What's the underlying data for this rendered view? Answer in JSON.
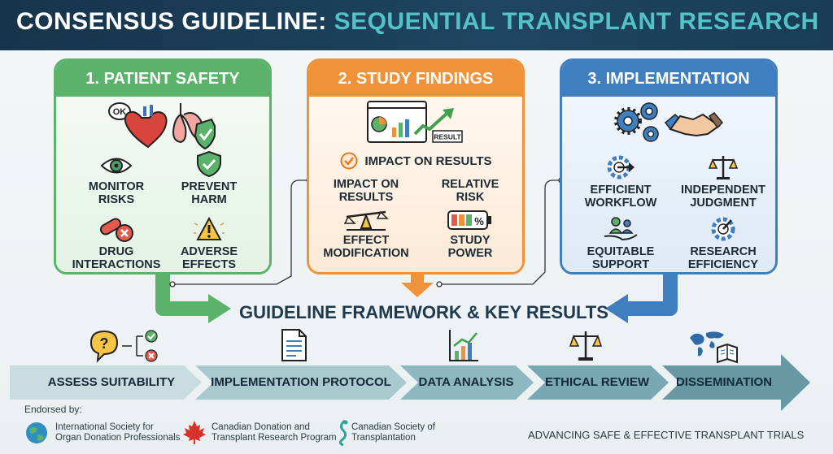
{
  "header": {
    "title_part1": "CONSENSUS GUIDELINE:",
    "title_part2": "SEQUENTIAL TRANSPLANT RESEARCH"
  },
  "panels": [
    {
      "title": "1. PATIENT SAFETY",
      "hero_badge": "OK",
      "items": [
        {
          "label_line1": "MONITOR",
          "label_line2": "RISKS"
        },
        {
          "label_line1": "PREVENT",
          "label_line2": "HARM"
        },
        {
          "label_line1": "DRUG",
          "label_line2": "INTERACTIONS"
        },
        {
          "label_line1": "ADVERSE",
          "label_line2": "EFFECTS"
        }
      ]
    },
    {
      "title": "2. STUDY FINDINGS",
      "hero_label": "RESULT",
      "subheading": "IMPACT ON RESULTS",
      "items": [
        {
          "label_line1": "IMPACT ON",
          "label_line2": "RESULTS"
        },
        {
          "label_line1": "RELATIVE",
          "label_line2": "RISK"
        },
        {
          "label_line1": "EFFECT",
          "label_line2": "MODIFICATION"
        },
        {
          "label_line1": "STUDY",
          "label_line2": "POWER",
          "battery_text": "%"
        }
      ]
    },
    {
      "title": "3. IMPLEMENTATION",
      "items": [
        {
          "label_line1": "EFFICIENT",
          "label_line2": "WORKFLOW"
        },
        {
          "label_line1": "INDEPENDENT",
          "label_line2": "JUDGMENT"
        },
        {
          "label_line1": "EQUITABLE",
          "label_line2": "SUPPORT"
        },
        {
          "label_line1": "RESEARCH",
          "label_line2": "EFFICIENCY"
        }
      ]
    }
  ],
  "framework_title": "GUIDELINE FRAMEWORK & KEY RESULTS",
  "steps": [
    {
      "label": "ASSESS SUITABILITY"
    },
    {
      "label": "IMPLEMENTATION PROTOCOL"
    },
    {
      "label": "DATA ANALYSIS"
    },
    {
      "label": "ETHICAL REVIEW"
    },
    {
      "label": "DISSEMINATION"
    }
  ],
  "footer": {
    "endorsed_label": "Endorsed by:",
    "organizations": [
      {
        "line1": "International Society for",
        "line2": "Organ Donation Professionals"
      },
      {
        "line1": "Canadian Donation and",
        "line2": "Transplant Research Program"
      },
      {
        "line1": "Canadian Society of",
        "line2": "Transplantation"
      }
    ],
    "tagline": "ADVANCING SAFE & EFFECTIVE TRANSPLANT TRIALS"
  },
  "colors": {
    "header_bg": "#1b3c53",
    "header_accent": "#52c3c6",
    "patient_safety": "#5bb36b",
    "study_findings": "#f0923a",
    "implementation": "#3f7fc0",
    "steps_arrow": "#6fa3ac"
  }
}
